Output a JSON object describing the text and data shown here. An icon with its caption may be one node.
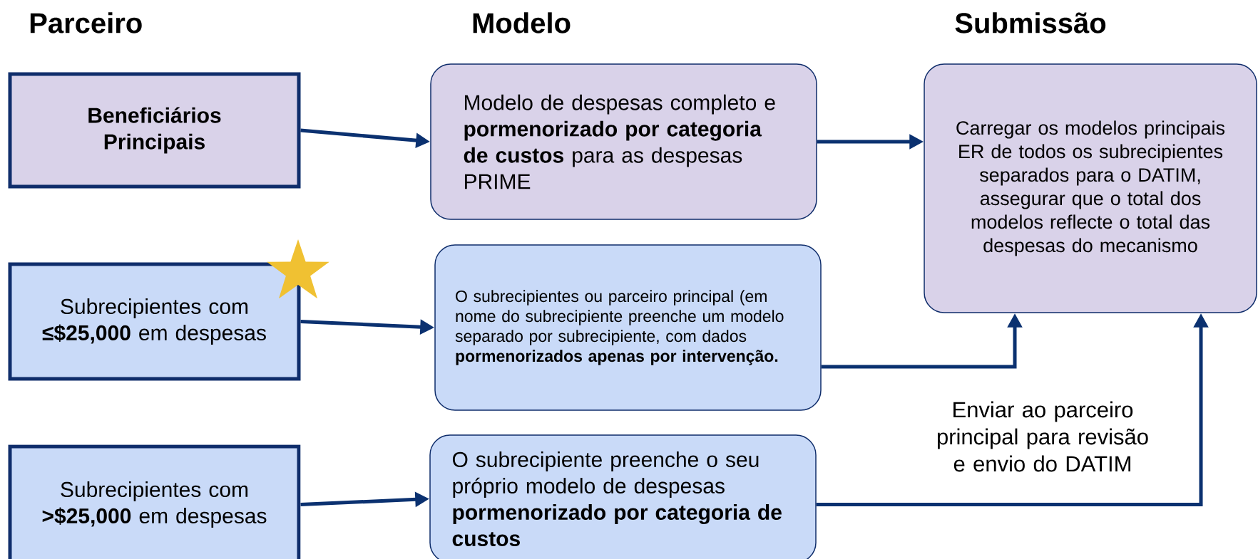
{
  "diagram": {
    "nodes": [
      {
        "text": [
          "Beneficiários Principais"
        ]
      },
      {
        "text": [
          "Modelo de despesas completo e **pormenorizado por categoria de custos** para as despesas PRIME"
        ]
      },
      {
        "text": [
          "Carregar os modelos principais ER de todos os subrecipientes separados para o DATIM, assegurar que o total dos modelos reflecte o total das despesas do mecanismo"
        ]
      },
      {
        "text": [
          "Subrecipientes com **≤$25,000** em despesas"
        ]
      },
      {
        "text": [
          "O subrecipientes ou parceiro principal (em nome do subrecipiente preenche um modelo separado por subrecipiente, com dados **pormenorizados apenas por intervenção.**"
        ]
      },
      {
        "text": [
          "Subrecipientes com **>$25,000** em despesas"
        ]
      },
      {
        "text": [
          "O subrecipiente preenche o seu próprio modelo de despesas **pormenorizado por categoria de custos**"
        ]
      }
    ],
    "edges": [
      {
        "from": 0,
        "to": 1,
        "arrow": "to"
      },
      {
        "from": 1,
        "to": 2,
        "arrow": "to"
      },
      {
        "from": 3,
        "to": 4,
        "arrow": "to"
      },
      {
        "from": 4,
        "to": 2,
        "arrow": "to"
      },
      {
        "from": 5,
        "to": 6,
        "arrow": "to"
      },
      {
        "from": 6,
        "to": 2,
        "arrow": "to",
        "label": "Enviar ao parceiro principal para revisão e envio do DATIM"
      }
    ],
    "labels": [
      "Parceiro",
      "Modelo",
      "Submissão"
    ]
  }
}
